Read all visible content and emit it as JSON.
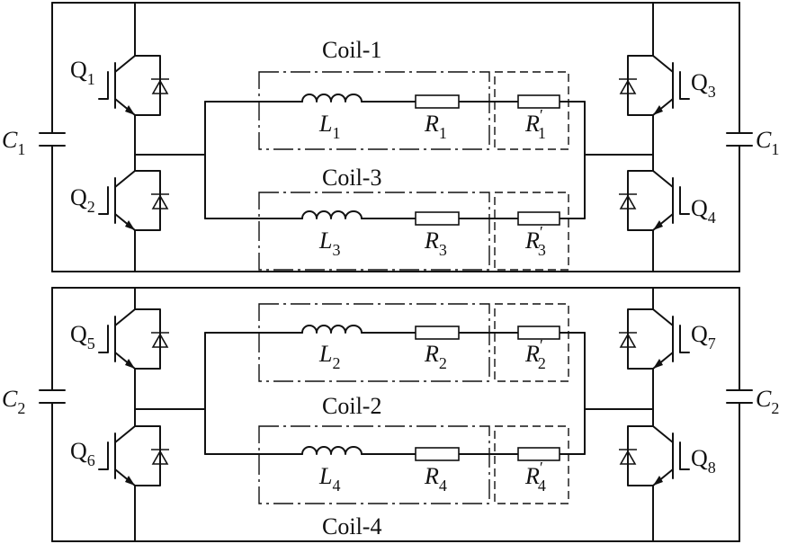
{
  "coils": [
    {
      "name": "Coil-1",
      "L": "L",
      "Ls": "1",
      "R": "R",
      "Rs": "1",
      "Rp": "R",
      "Rps": "1"
    },
    {
      "name": "Coil-3",
      "L": "L",
      "Ls": "3",
      "R": "R",
      "Rs": "3",
      "Rp": "R",
      "Rps": "3"
    },
    {
      "name": "Coil-2",
      "L": "L",
      "Ls": "2",
      "R": "R",
      "Rs": "2",
      "Rp": "R",
      "Rps": "2"
    },
    {
      "name": "Coil-4",
      "L": "L",
      "Ls": "4",
      "R": "R",
      "Rs": "4",
      "Rp": "R",
      "Rps": "4"
    }
  ],
  "transistors": [
    {
      "q": "Q",
      "n": "1"
    },
    {
      "q": "Q",
      "n": "2"
    },
    {
      "q": "Q",
      "n": "3"
    },
    {
      "q": "Q",
      "n": "4"
    },
    {
      "q": "Q",
      "n": "5"
    },
    {
      "q": "Q",
      "n": "6"
    },
    {
      "q": "Q",
      "n": "7"
    },
    {
      "q": "Q",
      "n": "8"
    }
  ],
  "capacitors": [
    {
      "c": "C",
      "n": "1"
    },
    {
      "c": "C",
      "n": "1"
    },
    {
      "c": "C",
      "n": "2"
    },
    {
      "c": "C",
      "n": "2"
    }
  ],
  "prime": "′"
}
